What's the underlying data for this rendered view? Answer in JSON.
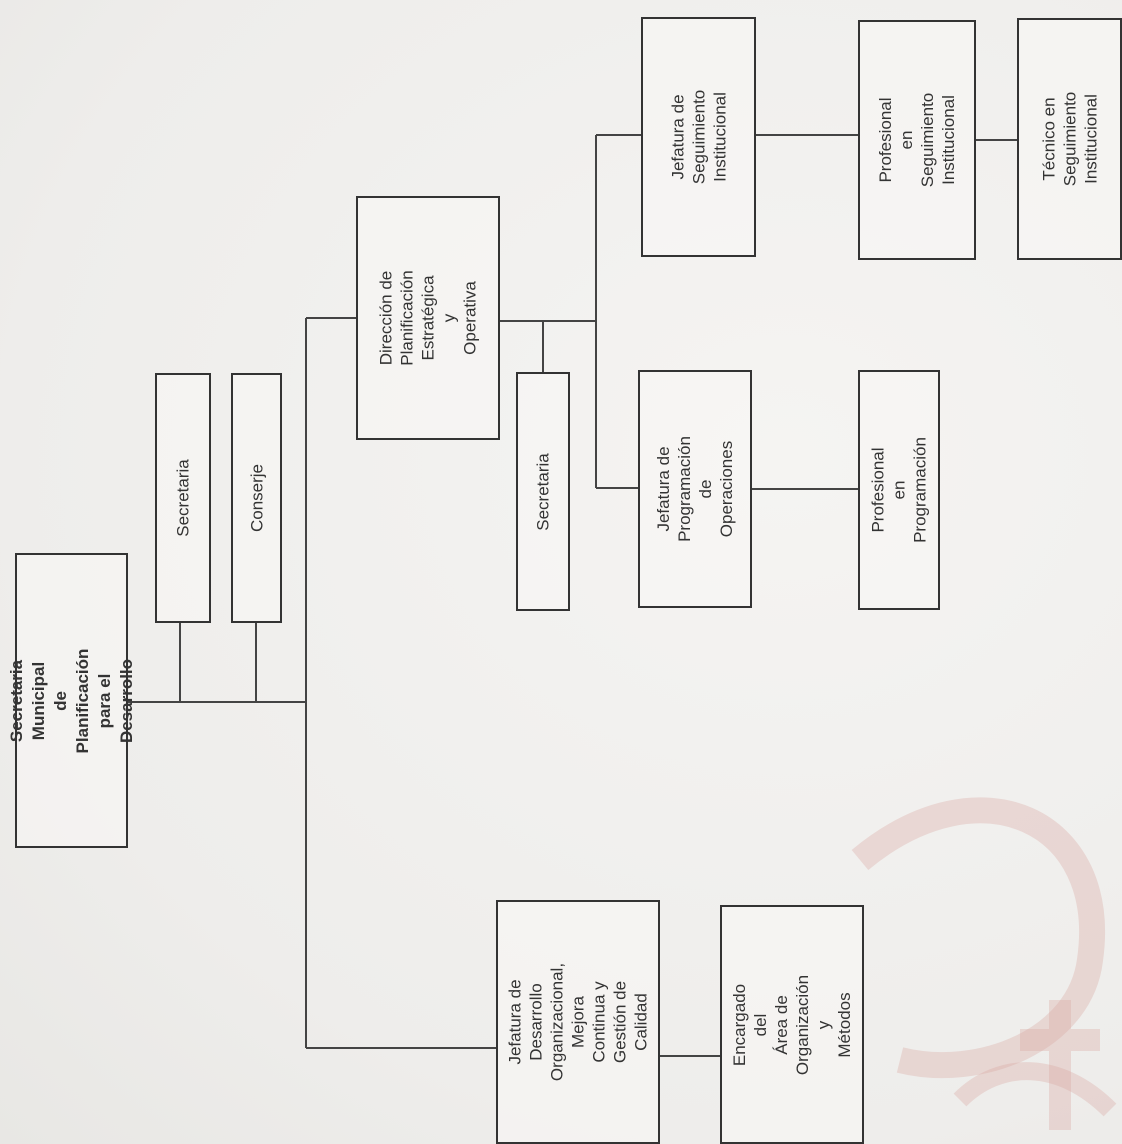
{
  "nodes": {
    "root": "Secretaria  Municipal\nde Planificación para el\nDesarrollo",
    "secretaria_top": "Secretaria",
    "conserje": "Conserje",
    "direccion": "Dirección de\nPlanificación\nEstratégica y\nOperativa",
    "secretaria_dir": "Secretaria",
    "jef_programacion": "Jefatura de\nProgramación de\nOperaciones",
    "prof_programacion": "Profesional  en\nProgramación",
    "jef_seguimiento": "Jefatura de\nSeguimiento\nInstitucional",
    "prof_seguimiento": "Profesional en\nSeguimiento\nInstitucional",
    "tec_seguimiento": "Técnico en\nSeguimiento\nInstitucional",
    "jef_desarrollo": "Jefatura de\nDesarrollo\nOrganizacional,\nMejora Continua y\nGestión de Calidad",
    "encargado": "Encargado del\nÁrea de\nOrganización y\nMétodos"
  },
  "colors": {
    "line": "#444444",
    "border": "#333333",
    "paper": "#f1f0ee",
    "watermark": "#d9a9a4"
  }
}
